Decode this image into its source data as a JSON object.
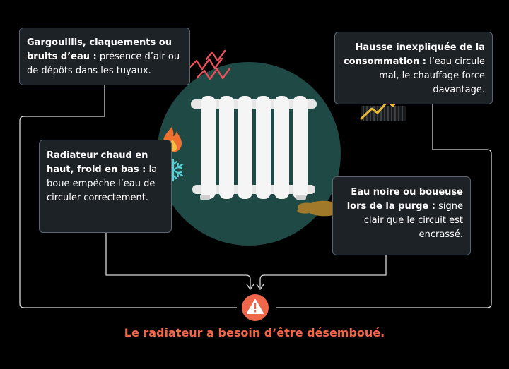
{
  "boxes": {
    "top_left": {
      "lead": "Gargouillis, claquements ou bruits d’eau :",
      "rest": " présence d’air ou de dépôts dans les tuyaux."
    },
    "mid_left": {
      "lead": "Radiateur chaud en haut, froid en bas :",
      "rest": " la boue empêche l’eau de circuler correctement."
    },
    "top_right": {
      "lead": "Hausse inexpliquée de la consommation :",
      "rest": " l’eau circule mal, le chauffage force davantage."
    },
    "bottom_right": {
      "lead": "Eau noire ou boueuse lors de la purge :",
      "rest": " signe clair que le circuit est encrassé."
    }
  },
  "footer": {
    "conclusion": "Le radiateur a besoin d’être désemboué."
  },
  "icons": {
    "center": "radiator-icon",
    "noise": "zigzag-noise-icon",
    "flame": "flame-icon",
    "snow": "snowflake-icon",
    "chart": "rising-chart-icon",
    "puddle": "mud-puddle-icon",
    "warning": "warning-icon"
  },
  "colors": {
    "background": "#000000",
    "circle": "#1f4945",
    "box": "#1d2227",
    "accent": "#f0664a",
    "noise": "#e8505a",
    "snow": "#5ad0d8",
    "chart": "#e8b830",
    "puddle": "#a07a2a"
  }
}
